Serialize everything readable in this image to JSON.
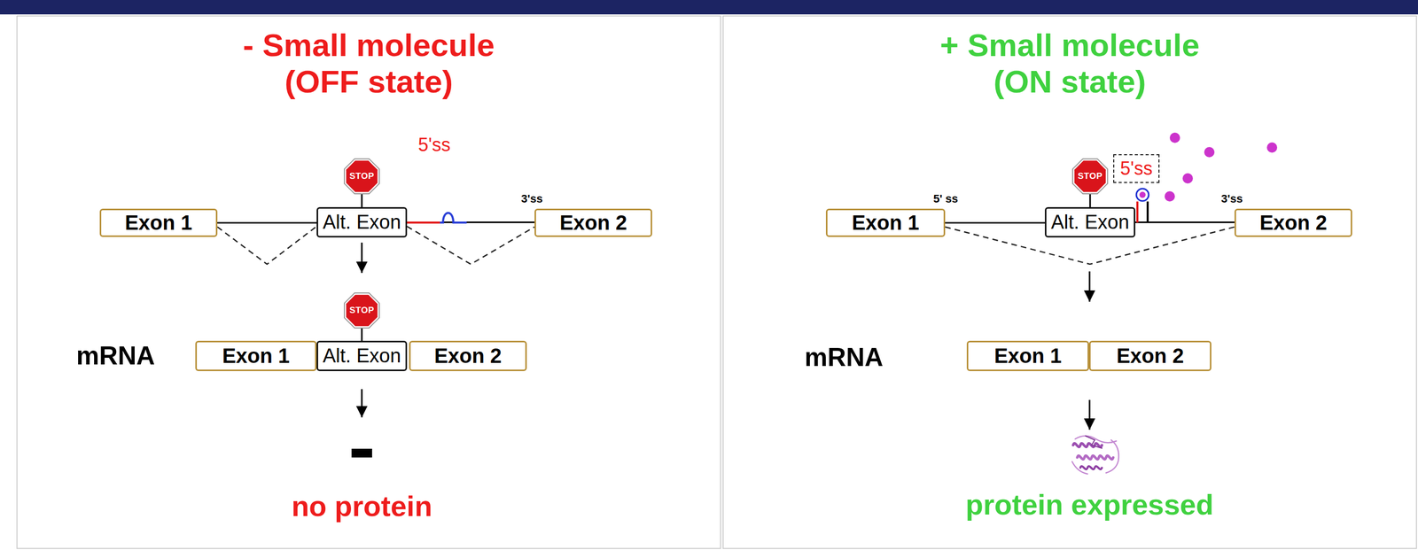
{
  "diagram": {
    "nodes": [
      {
        "text": [
          "- Small molecule (OFF state)"
        ]
      },
      {
        "text": [
          "STOP"
        ],
        "in": 0
      },
      {
        "text": [
          "Exon 1"
        ],
        "in": 0
      },
      {
        "text": [
          "Alt. Exon"
        ],
        "in": 0
      },
      {
        "text": [
          "Exon 2"
        ],
        "in": 0
      },
      {
        "text": [
          "STOP"
        ],
        "in": 0
      },
      {
        "text": [
          "Exon 1"
        ],
        "in": 0
      },
      {
        "text": [
          "Alt. Exon"
        ],
        "in": 0
      },
      {
        "text": [
          "Exon 2"
        ],
        "in": 0
      },
      {
        "text": [
          "+ Small molecule (ON state)"
        ]
      },
      {
        "text": [
          "5'ss"
        ],
        "in": 9
      },
      {
        "text": [
          "STOP"
        ],
        "in": 9
      },
      {
        "text": [
          "Exon 1"
        ],
        "in": 9
      },
      {
        "text": [
          "Alt. Exon"
        ],
        "in": 9
      },
      {
        "text": [
          "Exon 2"
        ],
        "in": 9
      },
      {
        "text": [
          "Exon 1"
        ],
        "in": 9
      },
      {
        "text": [
          "Exon 2"
        ],
        "in": 9
      }
    ],
    "edges": [
      {
        "from": 2,
        "to": 3,
        "arrow": "none"
      },
      {
        "from": 2,
        "to": 3,
        "arrow": "none"
      },
      {
        "from": 3,
        "to": 4,
        "arrow": "none"
      },
      {
        "from": 3,
        "to": 4,
        "arrow": "none"
      },
      {
        "from": 1,
        "to": 3,
        "arrow": "none"
      },
      {
        "from": 5,
        "to": 7,
        "arrow": "none"
      },
      {
        "from": 12,
        "to": 13,
        "arrow": "none"
      },
      {
        "from": 13,
        "to": 14,
        "arrow": "none"
      },
      {
        "from": 12,
        "to": 14,
        "arrow": "none"
      },
      {
        "from": 11,
        "to": 13,
        "arrow": "none"
      }
    ],
    "labels": [
      "5'ss",
      "3'ss",
      "mRNA",
      "no protein",
      "5' ss",
      "3'ss",
      "mRNA",
      "protein expressed"
    ]
  }
}
